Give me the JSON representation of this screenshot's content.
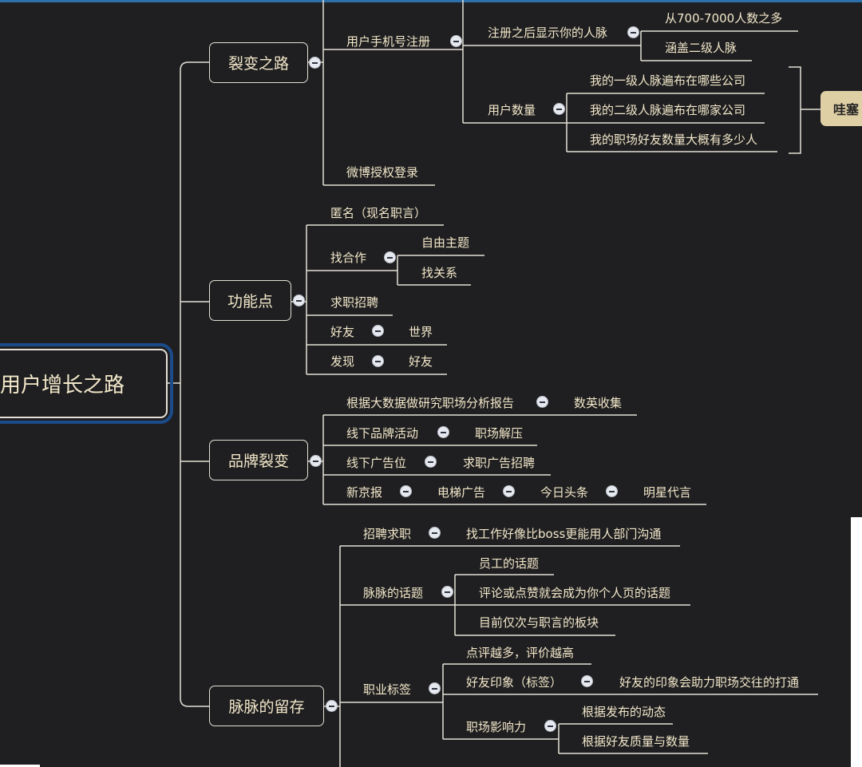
{
  "root": {
    "label": "用户增长之路"
  },
  "branches": {
    "liebian": {
      "label": "裂变之路",
      "phone": "用户手机号注册",
      "show_network": "注册之后显示你的人脉",
      "range": "从700-7000人数之多",
      "second_level": "涵盖二级人脉",
      "user_count": "用户数量",
      "q1": "我的一级人脉遍布在哪些公司",
      "q2": "我的二级人脉遍布在哪家公司",
      "q3": "我的职场好友数量大概有多少人",
      "wasai": "哇塞",
      "weibo": "微博授权登录"
    },
    "gongneng": {
      "label": "功能点",
      "anonymous": "匿名（现名职言）",
      "cooperate": "找合作",
      "free_topic": "自由主题",
      "find_relation": "找关系",
      "job": "求职招聘",
      "friend": "好友",
      "world": "世界",
      "discover": "发现",
      "discover_friend": "好友"
    },
    "pinpai": {
      "label": "品牌裂变",
      "report": "根据大数据做研究职场分析报告",
      "data_collect": "数英收集",
      "offline_event": "线下品牌活动",
      "stress": "职场解压",
      "offline_ad": "线下广告位",
      "job_ad": "求职广告招聘",
      "xinjingbao": "新京报",
      "elevator": "电梯广告",
      "toutiao": "今日头条",
      "star": "明星代言"
    },
    "liucun": {
      "label": "脉脉的留存",
      "recruit": "招聘求职",
      "boss": "找工作好像比boss更能用人部门沟通",
      "topic": "脉脉的话题",
      "staff_topic": "员工的话题",
      "comment_topic": "评论或点赞就会成为你个人页的话题",
      "board": "目前仅次与职言的板块",
      "tag": "职业标签",
      "more_comments": "点评越多，评价越高",
      "impression": "好友印象（标签）",
      "impression_help": "好友的印象会助力职场交往的打通",
      "influence": "职场影响力",
      "posts": "根据发布的动态",
      "friend_quality": "根据好友质量与数量"
    }
  },
  "colors": {
    "background": "#1f1f21",
    "text": "#f2e7c9",
    "line": "#e4e0d6",
    "accent_tag": "#dfcfa4",
    "root_outline": "#1c4b8a"
  }
}
